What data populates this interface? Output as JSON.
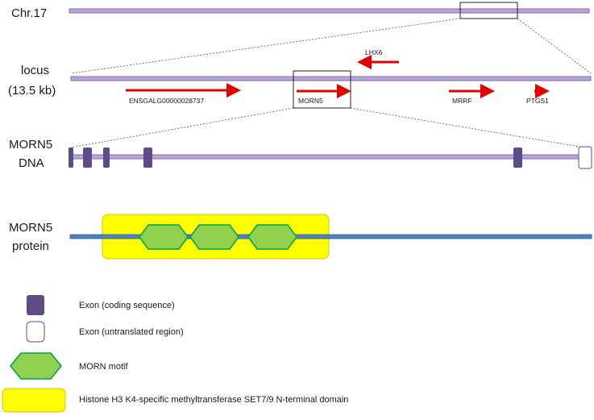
{
  "rows": {
    "chromosome": {
      "label": "Chr.17"
    },
    "locus": {
      "label_line1": "locus",
      "label_line2": "(13.5 kb)"
    },
    "dna": {
      "label_line1": "MORN5",
      "label_line2": "DNA"
    },
    "protein": {
      "label_line1": "MORN5",
      "label_line2": "protein"
    }
  },
  "genes": [
    {
      "name": "ENSGALG00000028737",
      "direction": "forward"
    },
    {
      "name": "LHX6",
      "direction": "reverse"
    },
    {
      "name": "MORN5",
      "direction": "forward"
    },
    {
      "name": "MRRF",
      "direction": "forward"
    },
    {
      "name": "PTGS1",
      "direction": "forward"
    }
  ],
  "legend": [
    {
      "key": "exon_coding",
      "text": "Exon (coding sequence)"
    },
    {
      "key": "exon_utr",
      "text": "Exon (untranslated region)"
    },
    {
      "key": "morn_motif",
      "text": "MORN motif"
    },
    {
      "key": "set_domain",
      "text": "Histone H3 K4-specific methyltransferase SET7/9 N-terminal domain"
    }
  ],
  "colors": {
    "chromosome_bar": "#b9a6d8",
    "bar_outline": "#6a55a0",
    "gene_arrow": "#e00000",
    "exon_coding": "#5e4b87",
    "protein_bar": "#4f81bd",
    "morn_fill": "#92d050",
    "morn_stroke": "#00a050",
    "set_domain": "#ffff00",
    "set_domain_stroke": "#d8c000"
  }
}
